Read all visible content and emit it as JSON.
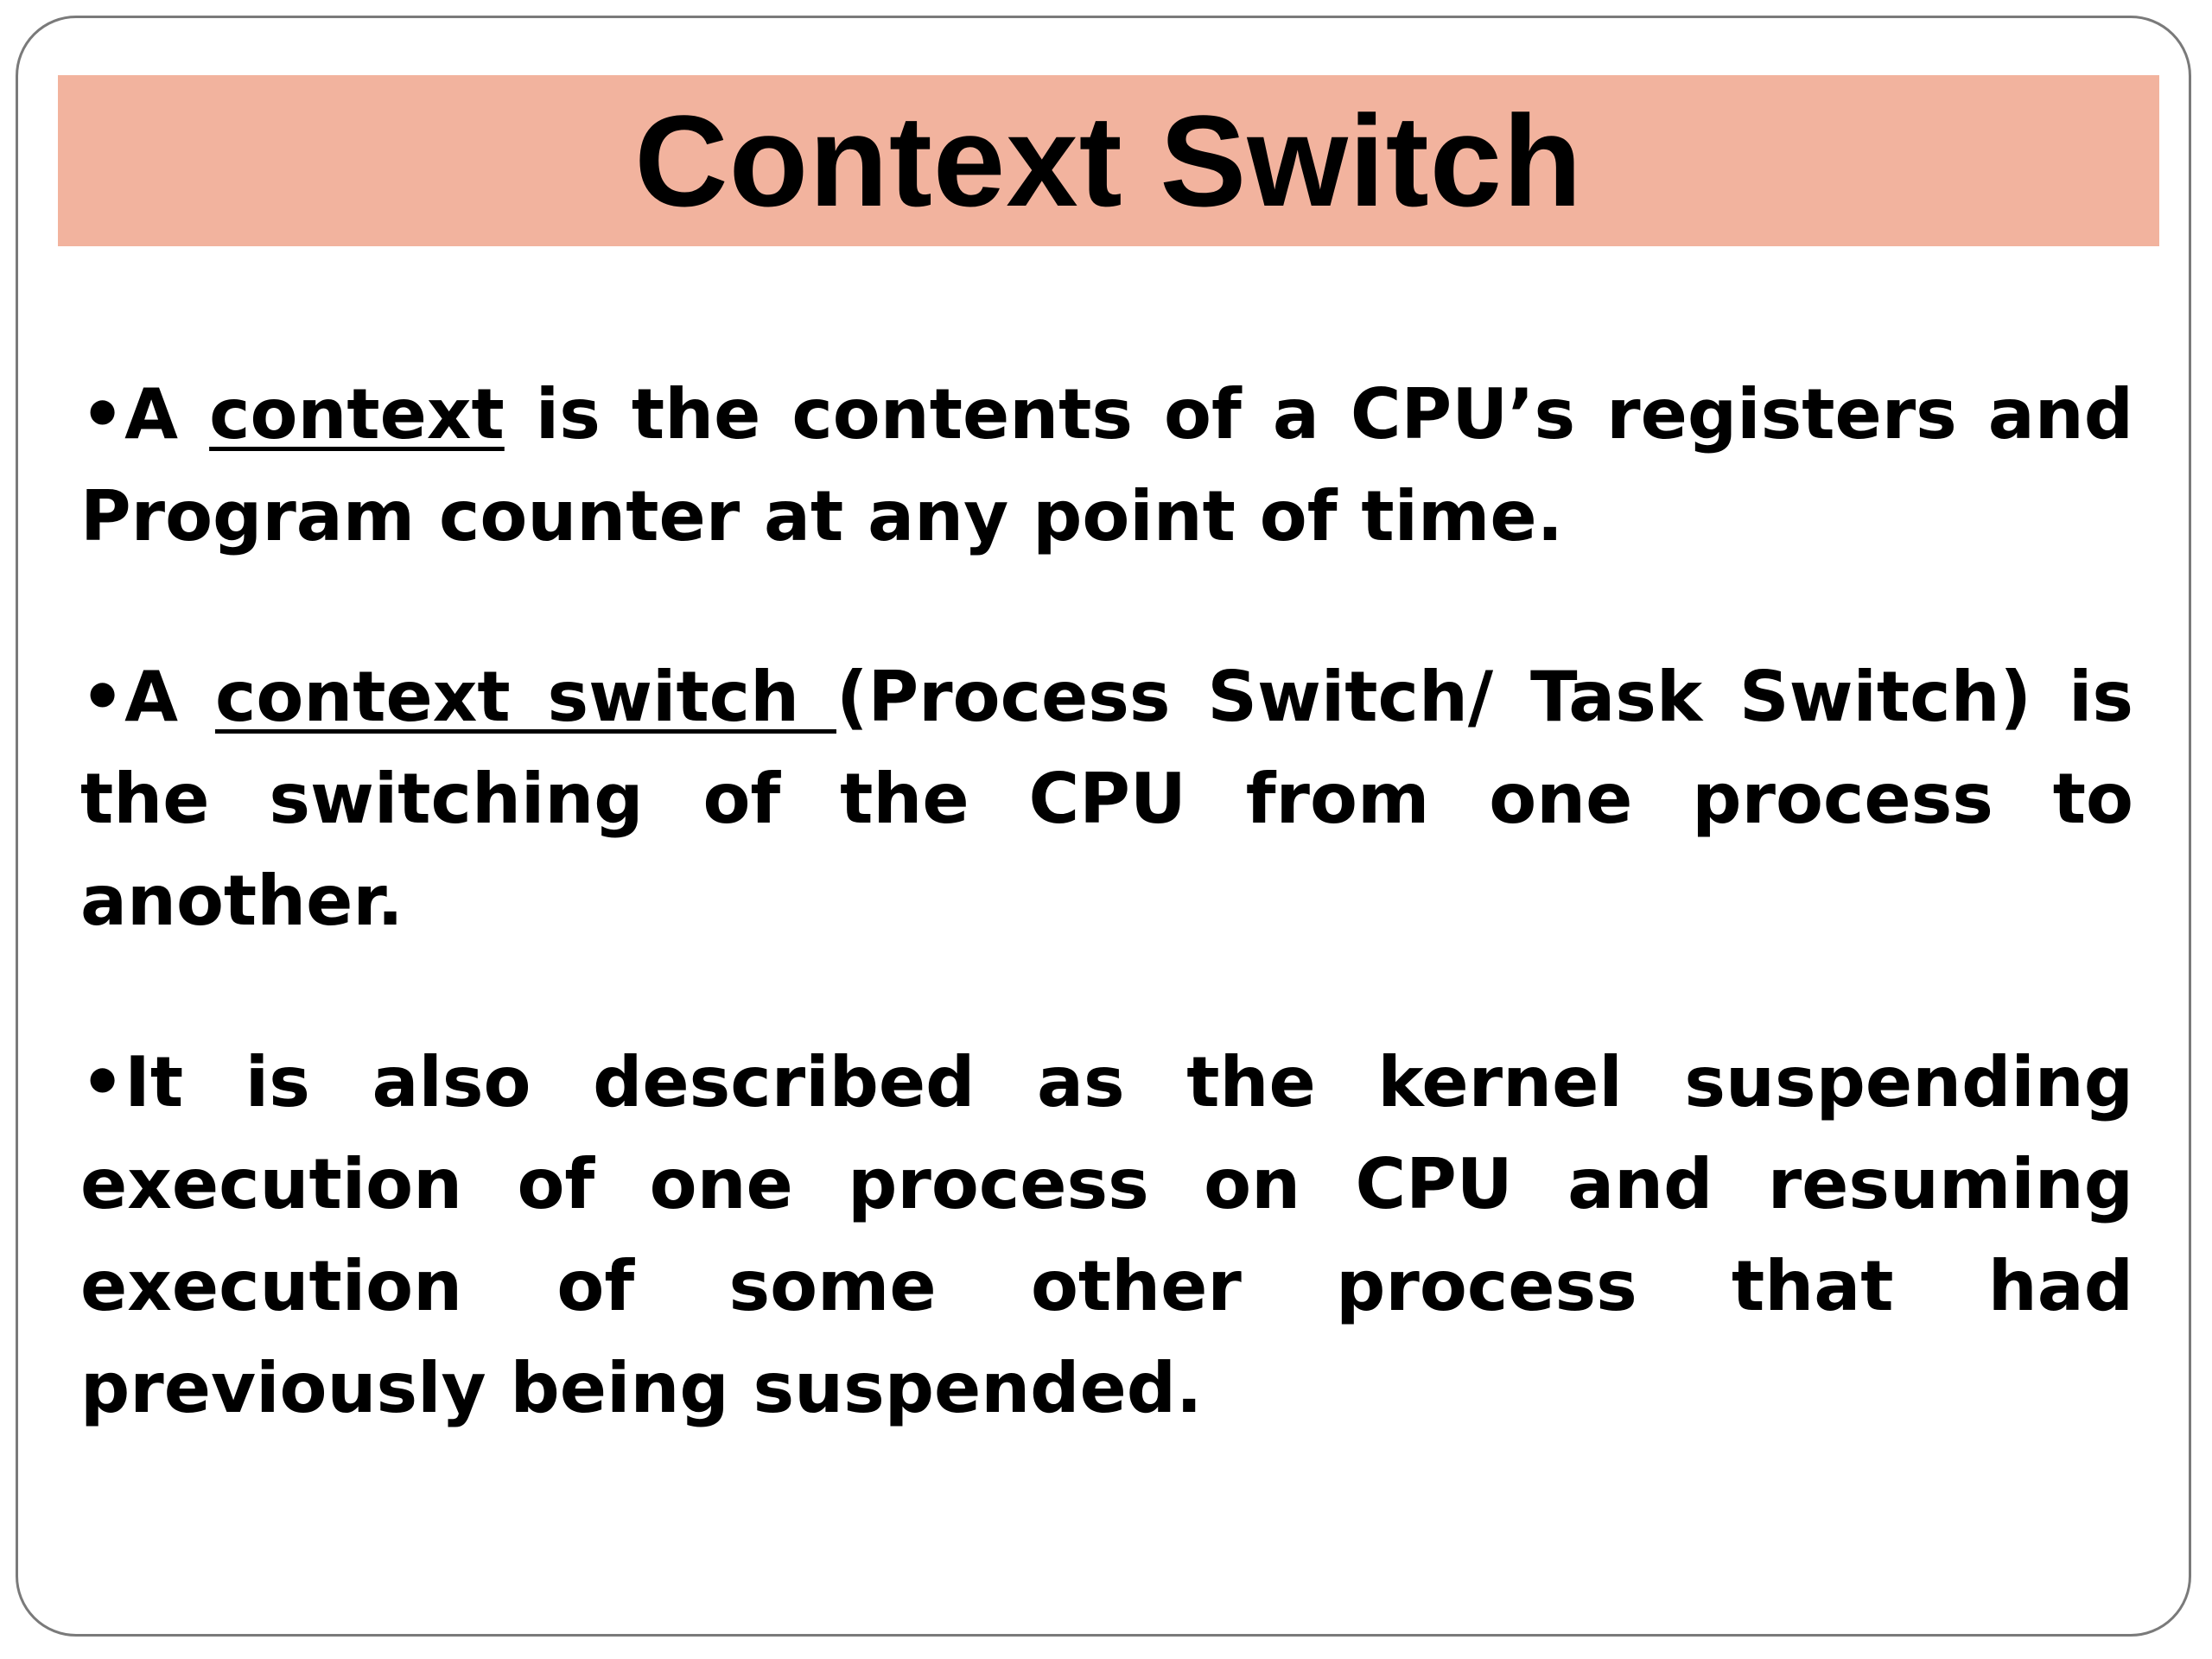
{
  "slide": {
    "title": "Context Switch",
    "bullets": [
      {
        "marker": "•",
        "prefix": "A ",
        "term": "context",
        "rest": " is the contents of a CPU’s registers and Program counter at any point of time."
      },
      {
        "marker": "•",
        "prefix": "A ",
        "term": "context switch ",
        "rest": "(Process Switch/ Task Switch) is the switching of the CPU from one process to another."
      },
      {
        "marker": "•",
        "text": "It is also described as the kernel suspending execution of one process on CPU and resuming execution of some other process that had previously being suspended."
      }
    ]
  },
  "colors": {
    "title_band": "#f2b39e",
    "frame_border": "#7a7a7a",
    "text": "#000000"
  }
}
